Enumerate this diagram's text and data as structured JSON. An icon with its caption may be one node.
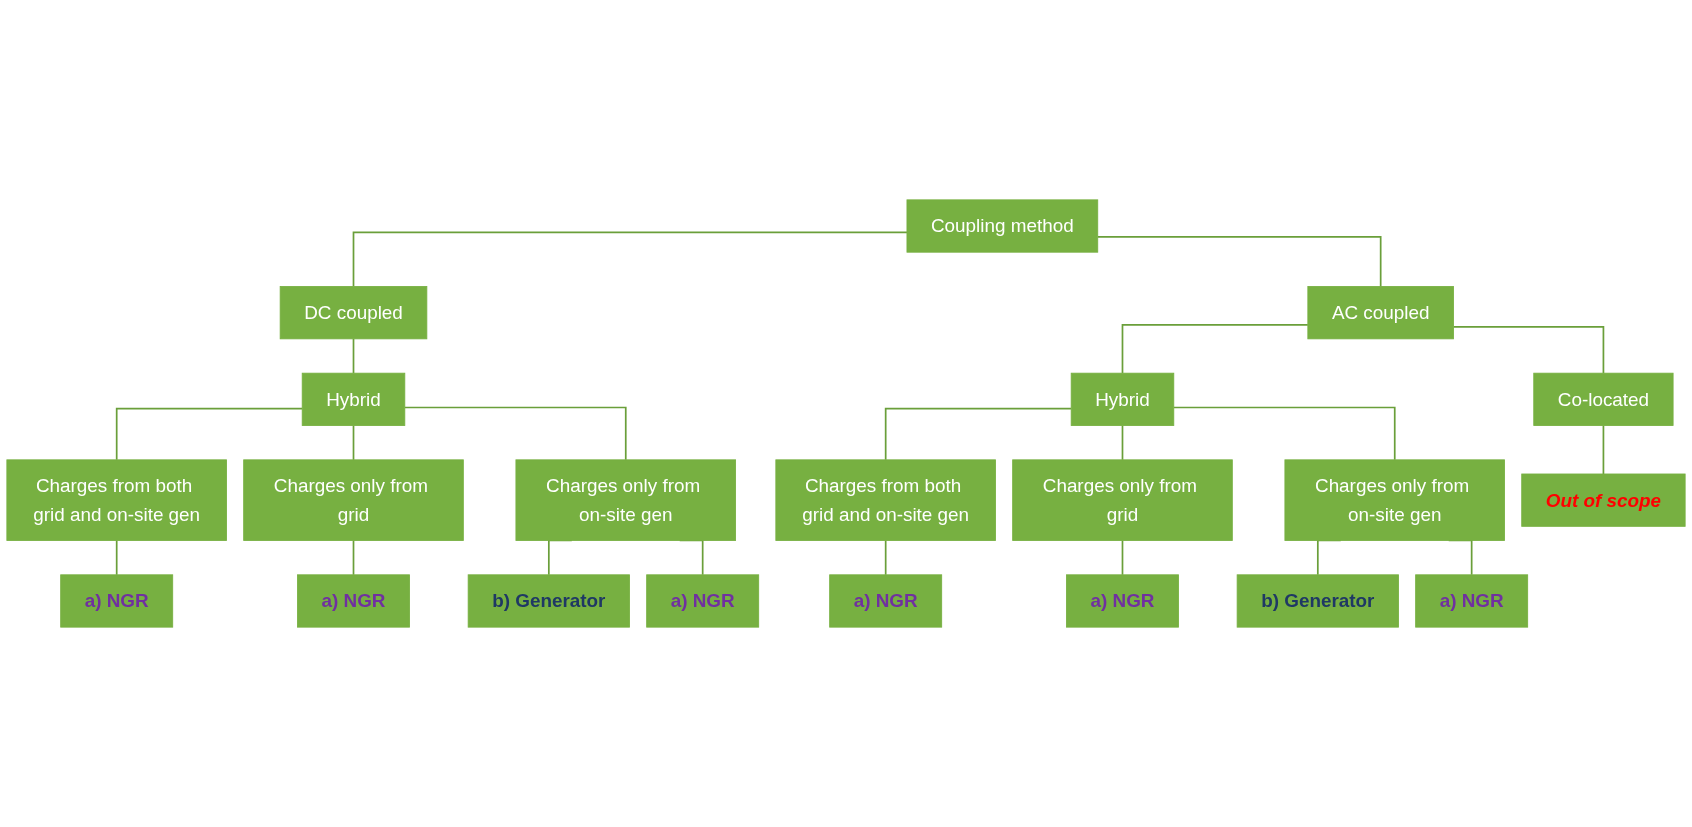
{
  "diagram": {
    "nodes": [
      {
        "text": [
          "Coupling method"
        ]
      },
      {
        "text": [
          "DC coupled"
        ]
      },
      {
        "text": [
          "AC coupled"
        ]
      },
      {
        "text": [
          "Hybrid"
        ]
      },
      {
        "text": [
          "Hybrid"
        ]
      },
      {
        "text": [
          "Co-located"
        ]
      },
      {
        "text": [
          "Charges from both grid and on-site gen"
        ]
      },
      {
        "text": [
          "Charges only from grid"
        ]
      },
      {
        "text": [
          "Charges only from on-site gen"
        ]
      },
      {
        "text": [
          "Charges from both grid and on-site gen"
        ]
      },
      {
        "text": [
          "Charges only from grid"
        ]
      },
      {
        "text": [
          "Charges only from on-site gen"
        ]
      },
      {
        "text": [
          "Out of scope"
        ]
      },
      {
        "text": [
          "a) NGR"
        ]
      },
      {
        "text": [
          "a) NGR"
        ]
      },
      {
        "text": [
          "b) Generator"
        ]
      },
      {
        "text": [
          "a) NGR"
        ]
      },
      {
        "text": [
          "a) NGR"
        ]
      },
      {
        "text": [
          "b) Generator"
        ]
      },
      {
        "text": [
          "a) NGR"
        ]
      },
      {
        "text": [
          "a) NGR"
        ]
      }
    ],
    "edges": [
      {
        "from": 0,
        "to": 1,
        "arrow": "none"
      },
      {
        "from": 0,
        "to": 2,
        "arrow": "none"
      },
      {
        "from": 1,
        "to": 3,
        "arrow": "none"
      },
      {
        "from": 2,
        "to": 4,
        "arrow": "none"
      },
      {
        "from": 2,
        "to": 5,
        "arrow": "none"
      },
      {
        "from": 3,
        "to": 6,
        "arrow": "none"
      },
      {
        "from": 3,
        "to": 7,
        "arrow": "none"
      },
      {
        "from": 3,
        "to": 8,
        "arrow": "none"
      },
      {
        "from": 4,
        "to": 9,
        "arrow": "none"
      },
      {
        "from": 4,
        "to": 10,
        "arrow": "none"
      },
      {
        "from": 4,
        "to": 11,
        "arrow": "none"
      },
      {
        "from": 5,
        "to": 12,
        "arrow": "none"
      },
      {
        "from": 6,
        "to": 13,
        "arrow": "none"
      },
      {
        "from": 7,
        "to": 14,
        "arrow": "none"
      },
      {
        "from": 8,
        "to": 15,
        "arrow": "none"
      },
      {
        "from": 8,
        "to": 19,
        "arrow": "none"
      },
      {
        "from": 9,
        "to": 16,
        "arrow": "none"
      },
      {
        "from": 10,
        "to": 17,
        "arrow": "none"
      },
      {
        "from": 11,
        "to": 18,
        "arrow": "none"
      },
      {
        "from": 11,
        "to": 20,
        "arrow": "none"
      }
    ]
  }
}
